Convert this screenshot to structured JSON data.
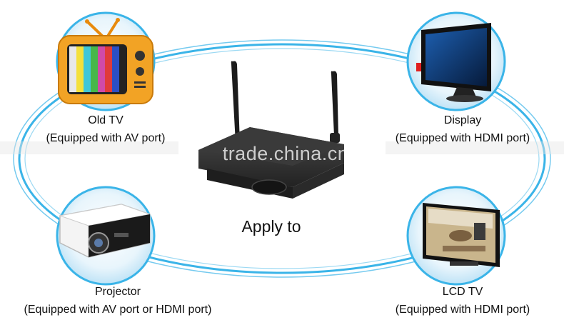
{
  "center": {
    "label": "Apply to"
  },
  "watermark": "trade.china.cn",
  "devices": [
    {
      "id": "old-tv",
      "name": "Old TV",
      "port": "(Equipped with AV port)"
    },
    {
      "id": "display",
      "name": "Display",
      "port": "(Equipped with HDMI port)"
    },
    {
      "id": "projector",
      "name": "Projector",
      "port": "(Equipped with AV port or HDMI port)"
    },
    {
      "id": "lcd-tv",
      "name": "LCD TV",
      "port": "(Equipped with HDMI port)"
    }
  ],
  "colors": {
    "ring": "#3ab4e8",
    "circle_fill": "#d9eef9",
    "box": "#2c2c2c"
  }
}
